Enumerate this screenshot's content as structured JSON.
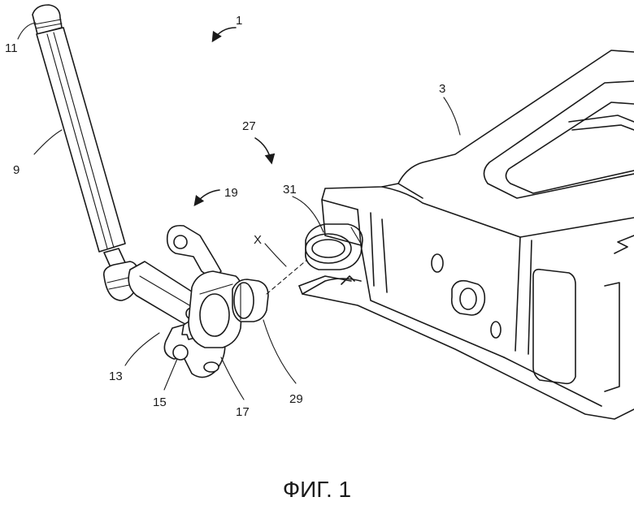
{
  "figure": {
    "caption": "ФИГ. 1",
    "axis_label": "X",
    "labels": {
      "l1": "1",
      "l3": "3",
      "l9": "9",
      "l11": "11",
      "l13": "13",
      "l15": "15",
      "l17": "17",
      "l19": "19",
      "l27": "27",
      "l29": "29",
      "l31": "31"
    }
  }
}
